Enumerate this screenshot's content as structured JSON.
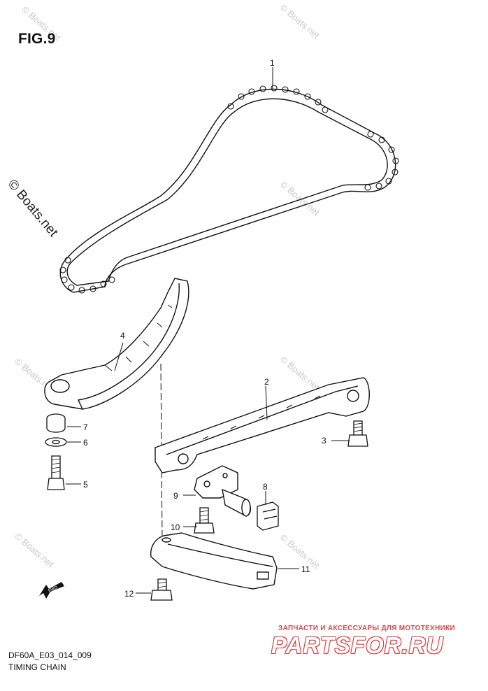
{
  "figure_label": "FIG.9",
  "side_watermark": "© Boats.net",
  "tile_watermark": "© Boats.net",
  "drawing_code": "DF60A_E03_014_009",
  "drawing_title": "TIMING CHAIN",
  "brand_tagline": "ЗАПЧАСТИ И АКСЕССУАРЫ ДЛЯ МОТОТЕХНИКИ",
  "brand_name": "PARTSFOR.RU",
  "fwd_label": "FWD",
  "callouts": [
    {
      "id": "1",
      "part": "timing-chain"
    },
    {
      "id": "2",
      "part": "chain-guide"
    },
    {
      "id": "3",
      "part": "guide-bolt"
    },
    {
      "id": "4",
      "part": "tensioner-guide"
    },
    {
      "id": "5",
      "part": "pivot-bolt"
    },
    {
      "id": "6",
      "part": "washer"
    },
    {
      "id": "7",
      "part": "collar"
    },
    {
      "id": "8",
      "part": "tensioner-clip"
    },
    {
      "id": "9",
      "part": "chain-tensioner"
    },
    {
      "id": "10",
      "part": "tensioner-bolt"
    },
    {
      "id": "11",
      "part": "chain-cover"
    },
    {
      "id": "12",
      "part": "cover-bolt"
    }
  ]
}
